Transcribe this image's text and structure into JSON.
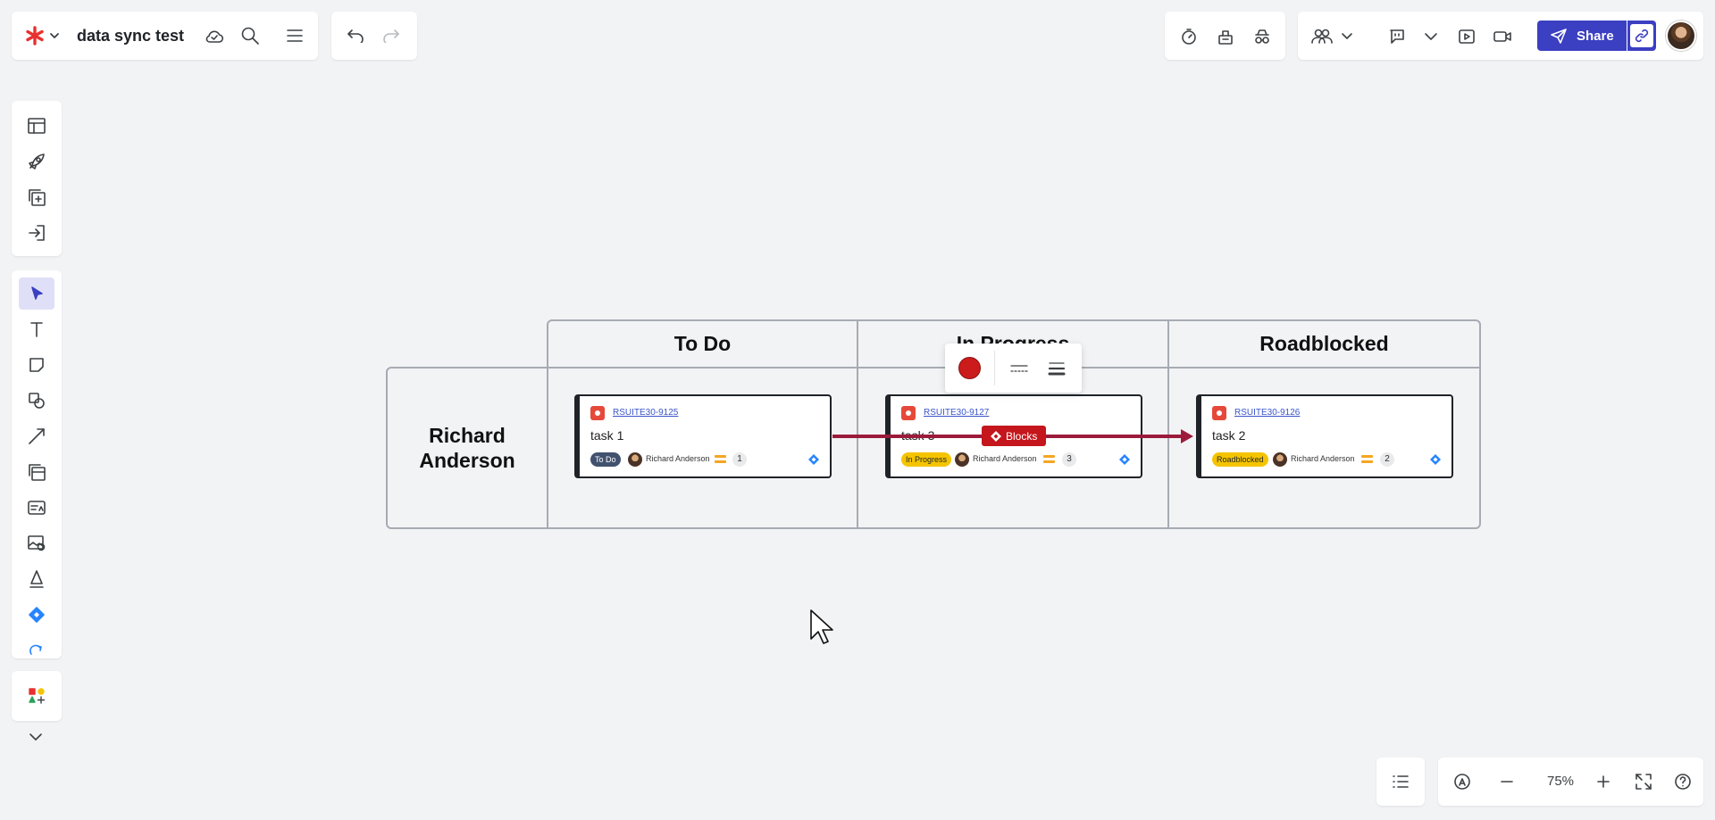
{
  "document": {
    "title": "data sync test"
  },
  "board": {
    "columns": [
      "To Do",
      "In Progress",
      "Roadblocked"
    ],
    "lane": {
      "line1": "Richard",
      "line2": "Anderson"
    }
  },
  "cards": [
    {
      "key": "RSUITE30-9125",
      "title": "task 1",
      "status": "To Do",
      "status_bg": "#42526e",
      "status_fg": "#ffffff",
      "assignee": "Richard Anderson",
      "points": "1"
    },
    {
      "key": "RSUITE30-9127",
      "title": "task 3",
      "status": "In Progress",
      "status_bg": "#f5c400",
      "status_fg": "#1f2328",
      "assignee": "Richard Anderson",
      "points": "3"
    },
    {
      "key": "RSUITE30-9126",
      "title": "task 2",
      "status": "Roadblocked",
      "status_bg": "#f5c400",
      "status_fg": "#1f2328",
      "assignee": "Richard Anderson",
      "points": "2"
    }
  ],
  "link": {
    "label": "Blocks",
    "color": "#9c1b3b",
    "badge_color": "#c4161c"
  },
  "toolbar": {
    "share_label": "Share",
    "accent": "#3b3fc2"
  },
  "zoom": {
    "level": "75%"
  },
  "icons": {
    "logo": "asterisk-logo-icon",
    "save": "cloud-icon",
    "search": "search-icon",
    "menu": "hamburger-icon",
    "undo": "undo-icon",
    "redo": "redo-icon"
  }
}
